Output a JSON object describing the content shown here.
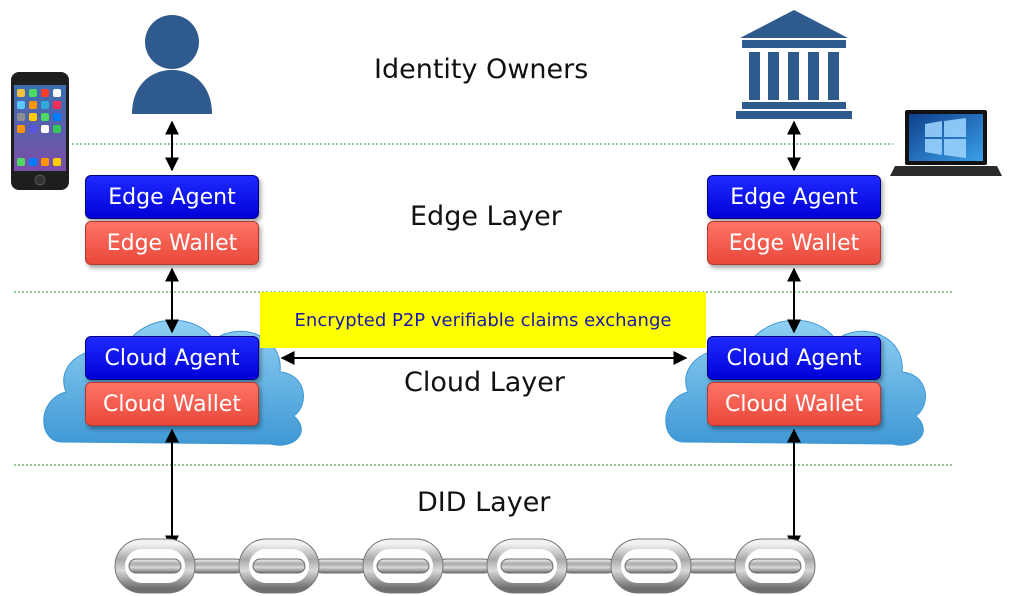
{
  "layers": {
    "identity_owners": "Identity Owners",
    "edge": "Edge Layer",
    "cloud": "Cloud Layer",
    "did": "DID Layer"
  },
  "left": {
    "edge_agent": "Edge Agent",
    "edge_wallet": "Edge Wallet",
    "cloud_agent": "Cloud Agent",
    "cloud_wallet": "Cloud Wallet"
  },
  "right": {
    "edge_agent": "Edge Agent",
    "edge_wallet": "Edge Wallet",
    "cloud_agent": "Cloud Agent",
    "cloud_wallet": "Cloud Wallet"
  },
  "banner": "Encrypted P2P verifiable claims exchange",
  "icons": {
    "left_owner": "person-icon",
    "right_owner": "bank-icon",
    "left_device": "smartphone-icon",
    "right_device": "laptop-icon",
    "ledger": "chain-icon",
    "cloud": "cloud-icon"
  },
  "colors": {
    "agent": "#0a14f0",
    "wallet": "#f45d4f",
    "banner": "#ffff00",
    "banner_text": "#1a1aa8",
    "owner_icon": "#2e5a8e",
    "cloud": "#5aaee0",
    "divider": "#2e8b2e"
  }
}
